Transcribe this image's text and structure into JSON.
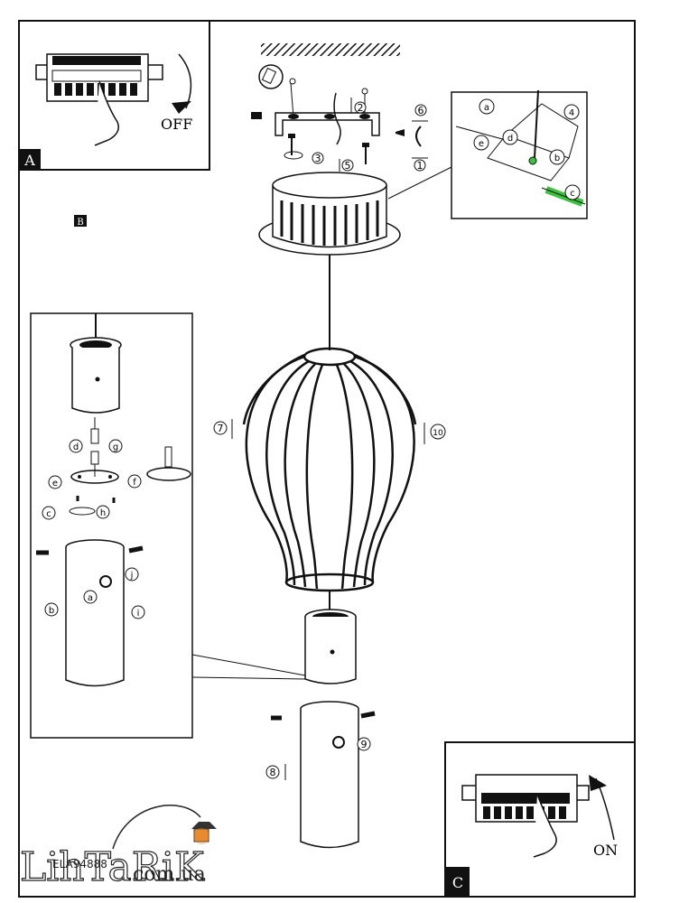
{
  "panels": {
    "a": {
      "label": "A",
      "text": "OFF"
    },
    "b": {
      "label": "B"
    },
    "c": {
      "label": "C",
      "text": "ON"
    }
  },
  "steps": [
    "1",
    "2",
    "3",
    "4",
    "5",
    "6",
    "7",
    "8",
    "9",
    "10"
  ],
  "connector_letters": [
    "a",
    "b",
    "c",
    "d",
    "e"
  ],
  "sub_letters": [
    "a",
    "b",
    "c",
    "d",
    "e",
    "f",
    "g",
    "h",
    "i",
    "j"
  ],
  "watermark": {
    "brand": "LihTaRiK",
    "domain": ".com.ua",
    "code": "ELA94888"
  },
  "colors": {
    "line": "#111111",
    "accent_green": "#3cc23c",
    "lamp": "#e98a2f"
  }
}
